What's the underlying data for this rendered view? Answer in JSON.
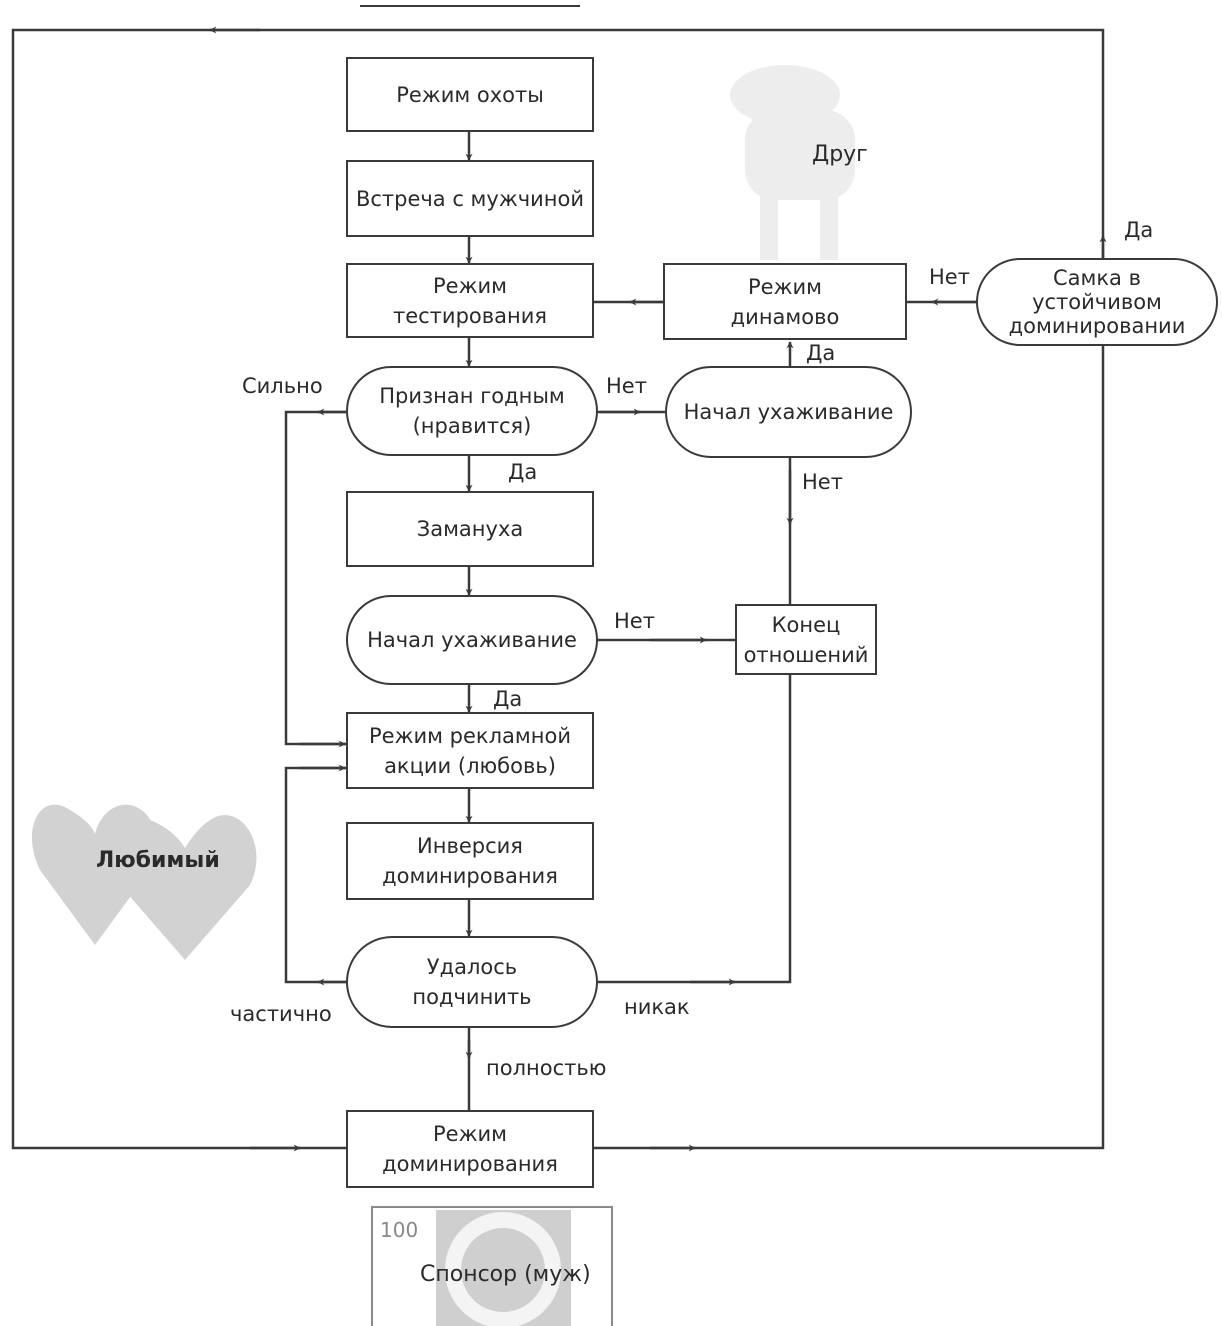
{
  "nodes": {
    "hunt_mode": "Режим охоты",
    "meeting": "Встреча с мужчиной",
    "testing_mode": "Режим\nтестирования",
    "approved": "Признан годным\n(нравится)",
    "lure": "Замануха",
    "courtship_center": "Начал ухаживание",
    "promo_mode": "Режим рекламной\nакции (любовь)",
    "dominance_inversion": "Инверсия\nдоминирования",
    "subdued": "Удалось\nподчинить",
    "dominance_mode": "Режим\nдоминирования",
    "dynamo_mode": "Режим\nдинамово",
    "courtship_right": "Начал ухаживание",
    "female_dominant": "Самка в\nустойчивом\nдоминировании",
    "end_relations": "Конец\nотношений"
  },
  "edge_labels": {
    "strongly": "Сильно",
    "no_approved": "Нет",
    "yes_approved": "Да",
    "yes_dynamo": "Да",
    "no_courtship_right": "Нет",
    "no_courtship_center": "Нет",
    "yes_courtship_center": "Да",
    "partially": "частично",
    "no_way": "никак",
    "fully": "полностью",
    "no_female": "Нет",
    "yes_female": "Да"
  },
  "decorations": {
    "friend": "Друг",
    "beloved": "Любимый",
    "sponsor": "Спонсор (муж)",
    "sponsor_badge": "100"
  },
  "colors": {
    "line": "#3a3a3a",
    "heart": "#d2d2d2",
    "ghost": "#ececec"
  }
}
